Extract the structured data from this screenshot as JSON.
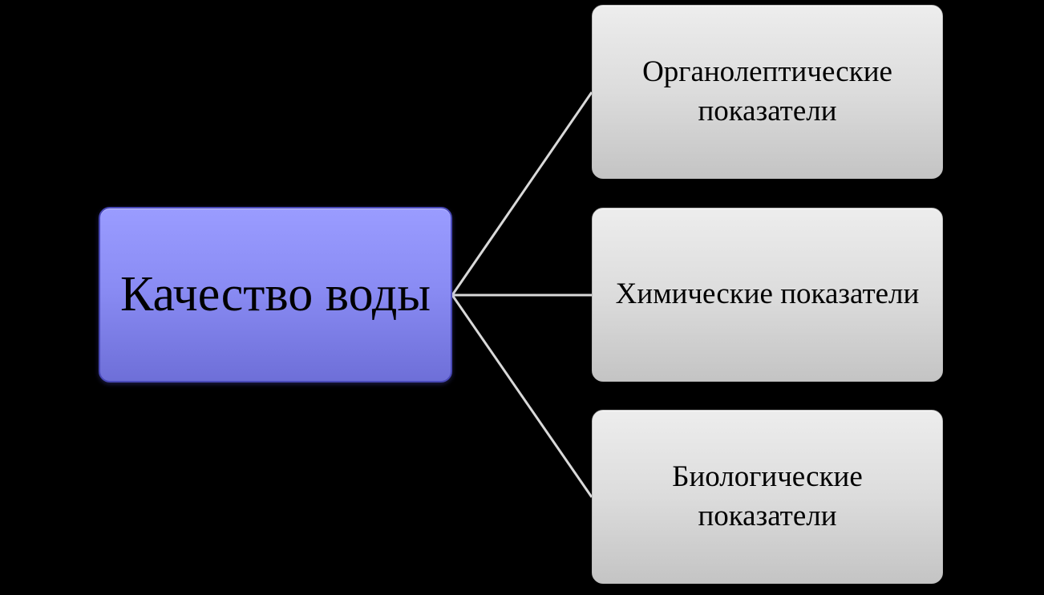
{
  "diagram": {
    "root": {
      "label": "Качество воды",
      "color": "#8a8cf4"
    },
    "children": [
      {
        "label": "Органолептические показатели",
        "color": "#dcdcdc"
      },
      {
        "label": "Химические показатели",
        "color": "#dcdcdc"
      },
      {
        "label": "Биологические показатели",
        "color": "#dcdcdc"
      }
    ],
    "connector_color": "#d9d9d9",
    "background_color": "#000000"
  }
}
